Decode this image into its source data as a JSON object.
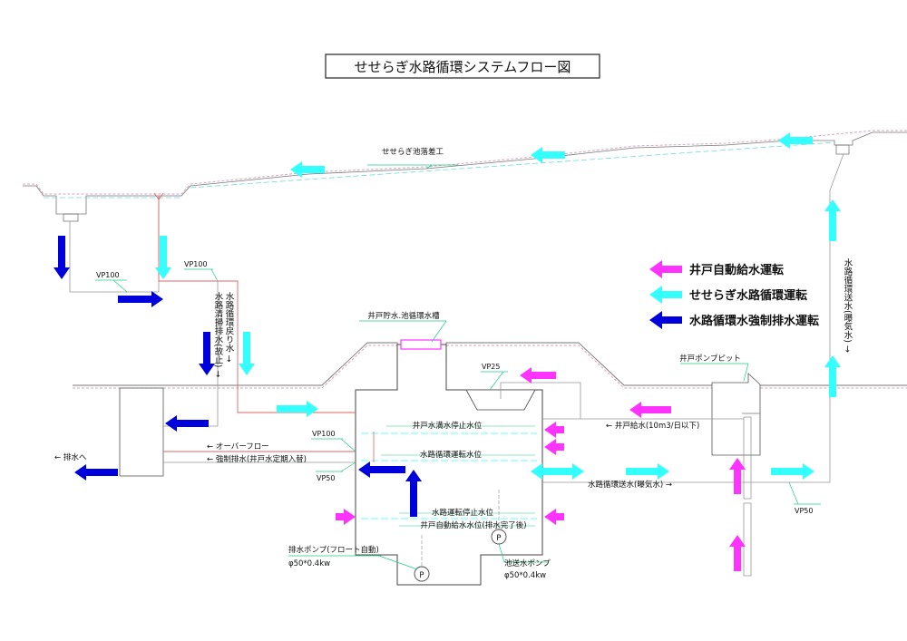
{
  "title": "せせらぎ水路循環システムフロー図",
  "legend": [
    {
      "label": "井戸自動給水運転",
      "color": "#ff33ff"
    },
    {
      "label": "せせらぎ水路循環運転",
      "color": "#33ffff"
    },
    {
      "label": "水路循環水強制排水運転",
      "color": "#0000dd"
    }
  ],
  "labels": {
    "drop_works": "せせらぎ池落差工",
    "vp100_a": "VP100",
    "vp100_b": "VP100",
    "vp100_c": "VP100",
    "vp25": "VP25",
    "vp50_a": "VP50",
    "vp50_b": "VP50",
    "tank": "井戸貯水.池循環水槽",
    "well_pit": "井戸ポンプピット",
    "full_level": "井戸水満水停止水位",
    "run_level": "水路循環運転水位",
    "stop_level": "水路運転停止水位",
    "auto_level": "井戸自動給水水位(排水完了後)",
    "overflow": "←  オーバーフロー",
    "forced_drain": "←  強制排水(井戸水定期入替)",
    "to_drain": "←  排水へ",
    "well_supply": "←  井戸給水(10m3/日以下)",
    "send_water": "水路循環送水(曝気水)  →",
    "drain_pump": "排水ポンプ(フロート自動)",
    "drain_pump_spec": "φ50*0.4kw",
    "send_pump": "池送水ポンプ",
    "send_pump_spec": "φ50*0.4kw",
    "return_v1": "水路循環戻り水 →",
    "return_v2": "水路清掃排水(故止) →",
    "right_v": "水路循環送水(曝気水) →",
    "pump_symbol_a": "P",
    "pump_symbol_b": "P"
  }
}
